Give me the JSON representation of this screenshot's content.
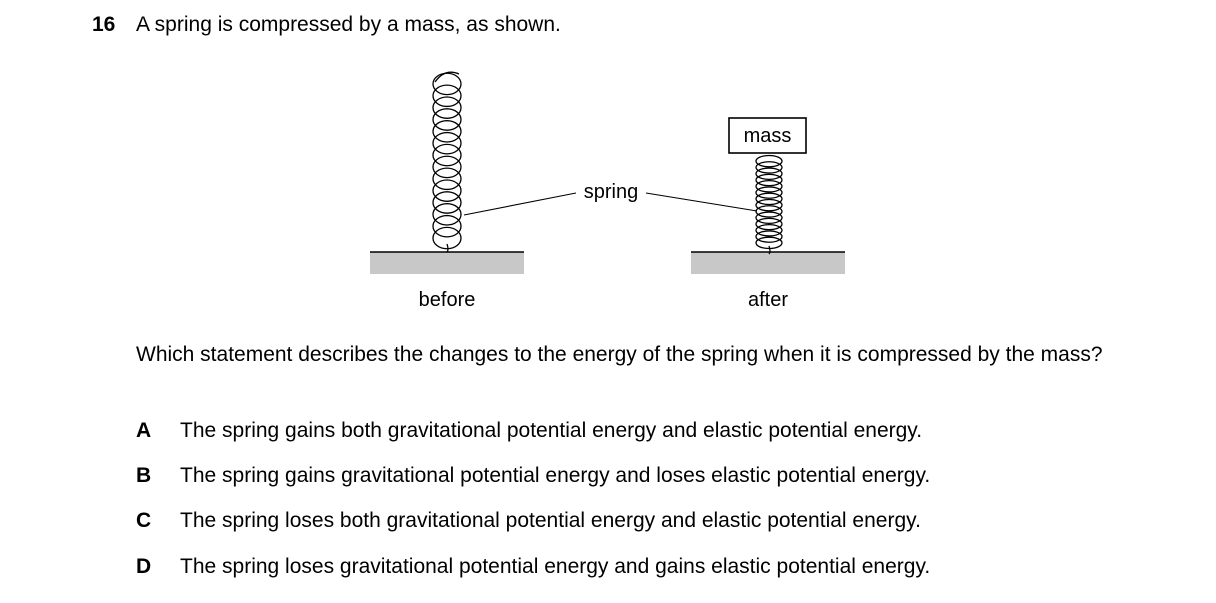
{
  "question": {
    "number": "16",
    "stem": "A spring is compressed by a mass, as shown.",
    "prompt": "Which statement describes the changes to the energy of the spring when it is compressed by the mass?"
  },
  "figure": {
    "spring_label": "spring",
    "mass_label": "mass",
    "before_label": "before",
    "after_label": "after",
    "surface_color": "#c8c8c8"
  },
  "options": [
    {
      "letter": "A",
      "text": "The spring gains both gravitational potential energy and elastic potential energy."
    },
    {
      "letter": "B",
      "text": "The spring gains gravitational potential energy and loses elastic potential energy."
    },
    {
      "letter": "C",
      "text": "The spring loses both gravitational potential energy and elastic potential energy."
    },
    {
      "letter": "D",
      "text": "The spring loses gravitational potential energy and gains elastic potential energy."
    }
  ]
}
